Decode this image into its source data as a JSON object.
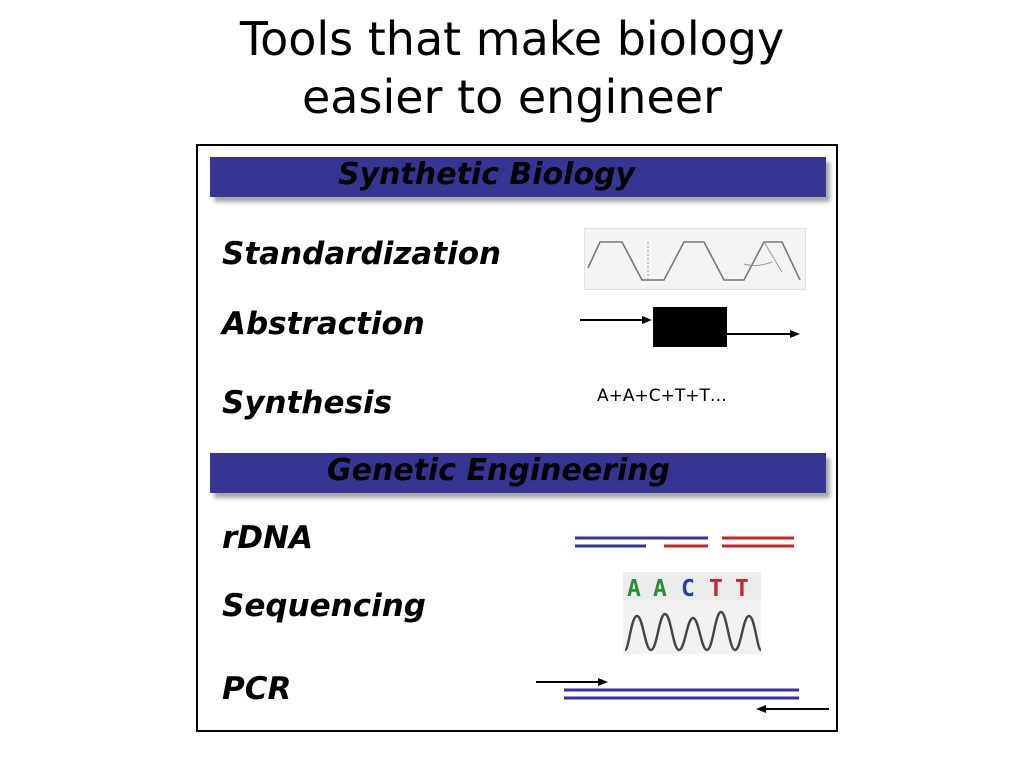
{
  "title": {
    "line1": "Tools that make biology",
    "line2": "easier to engineer"
  },
  "synthetic_biology": {
    "header": "Synthetic Biology",
    "items": [
      "Standardization",
      "Abstraction",
      "Synthesis"
    ],
    "synthesis_example": "A+A+C+T+T…"
  },
  "genetic_engineering": {
    "header": "Genetic Engineering",
    "items": [
      "rDNA",
      "Sequencing",
      "PCR"
    ],
    "sequencing_bases": [
      "A",
      "A",
      "C",
      "T",
      "T"
    ]
  },
  "colors": {
    "band": "#363594",
    "dna_blue": "#3533a0",
    "dna_red": "#d0202a",
    "base_A": "#2f8a3a",
    "base_C": "#2a3ea0",
    "base_T": "#c2262e"
  }
}
